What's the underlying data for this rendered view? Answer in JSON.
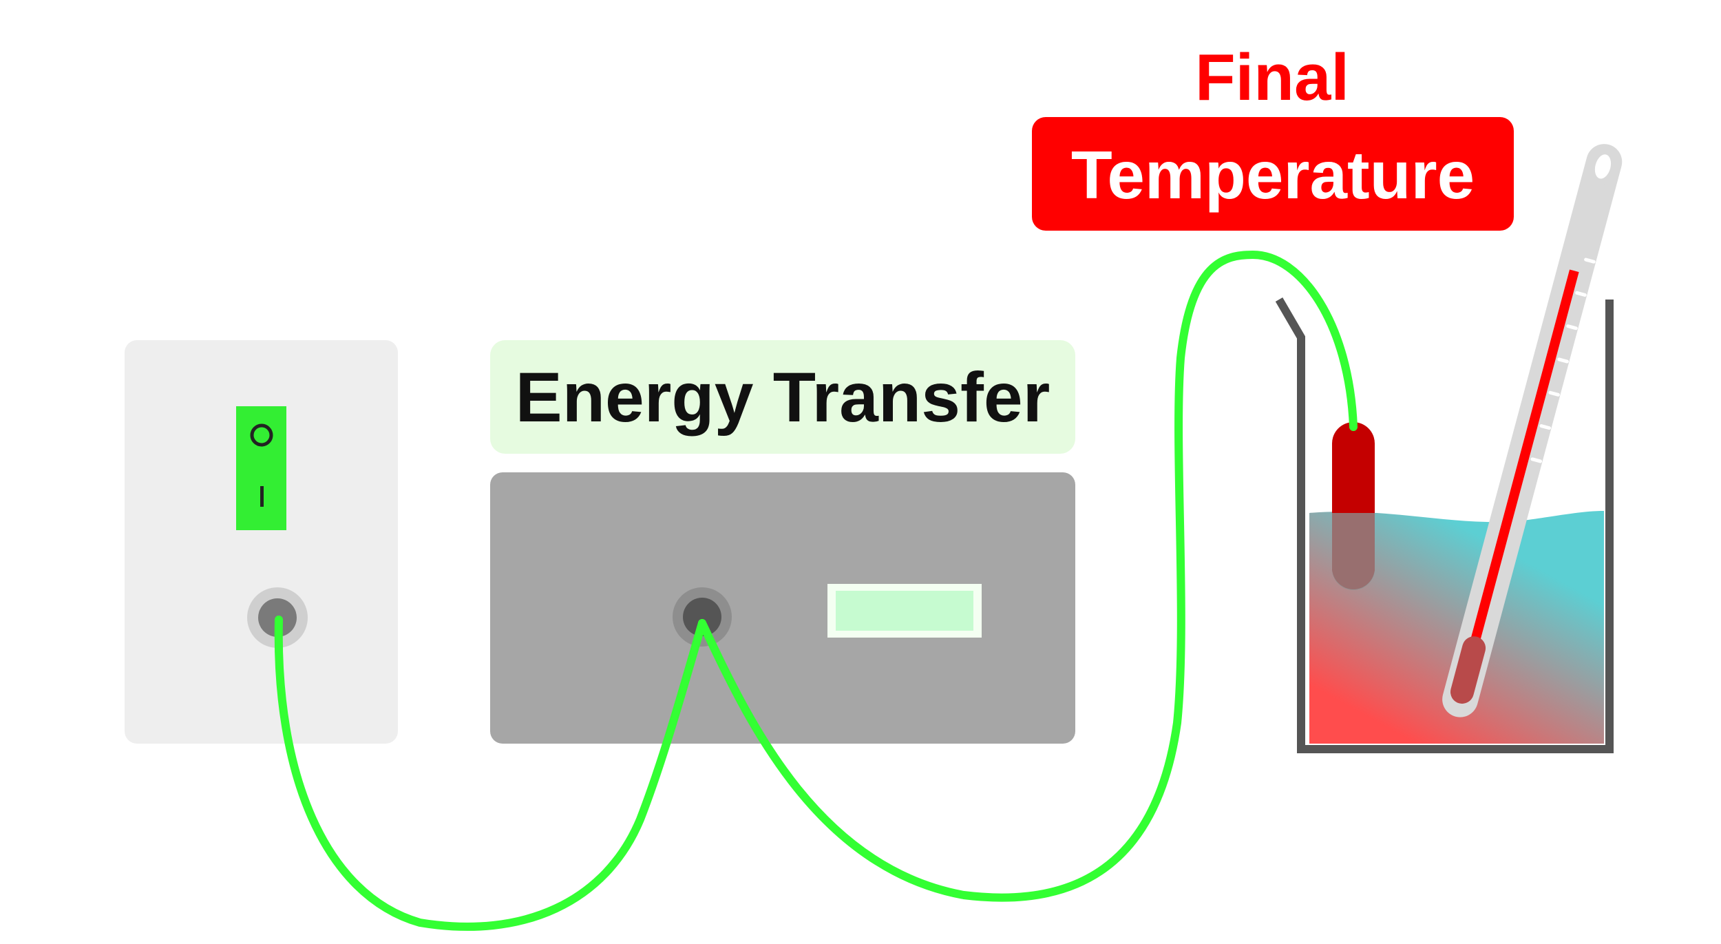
{
  "labels": {
    "energy_transfer": "Energy Transfer",
    "final": "Final",
    "temperature": "Temperature",
    "switch_off_symbol": "O",
    "switch_on_symbol": "I"
  },
  "colors": {
    "wire": "#33ff33",
    "wall_plate": "#eeeeee",
    "switch": "#33ee33",
    "device_body": "#a6a6a6",
    "device_display": "#c6fbd0",
    "energy_label_bg": "#e6fbe0",
    "temperature_label_bg": "#ff0000",
    "final_text": "#ff0000",
    "beaker_wall": "#555555",
    "liquid_top": "#5ccfd3",
    "liquid_bottom": "#ff4d4d",
    "heater": "#c40000",
    "thermometer_body": "#d9d9d9",
    "thermometer_liquid": "#ff0000"
  },
  "icons": {
    "switch": "rocker-switch-icon",
    "socket": "power-socket-icon",
    "thermometer": "thermometer-icon",
    "heater": "immersion-heater-icon",
    "beaker": "beaker-icon"
  }
}
